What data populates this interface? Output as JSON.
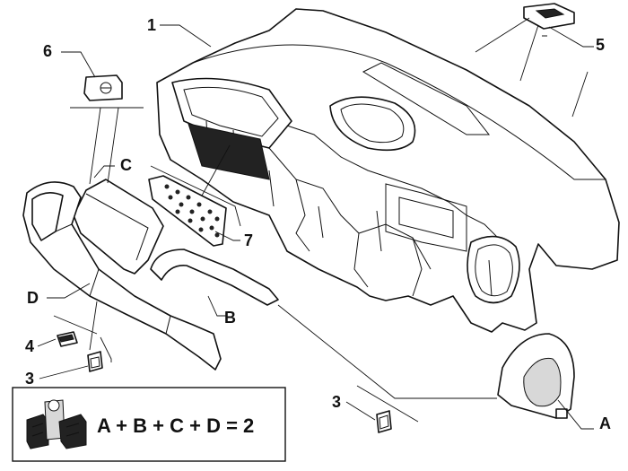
{
  "callouts": {
    "c1": "1",
    "c6": "6",
    "c5": "5",
    "cC": "C",
    "c7": "7",
    "cD": "D",
    "cB": "B",
    "c4": "4",
    "c3a": "3",
    "c3b": "3",
    "cA": "A"
  },
  "legend": {
    "formula": "A + B + C + D = 2",
    "icon": "parts-kit-icon"
  }
}
